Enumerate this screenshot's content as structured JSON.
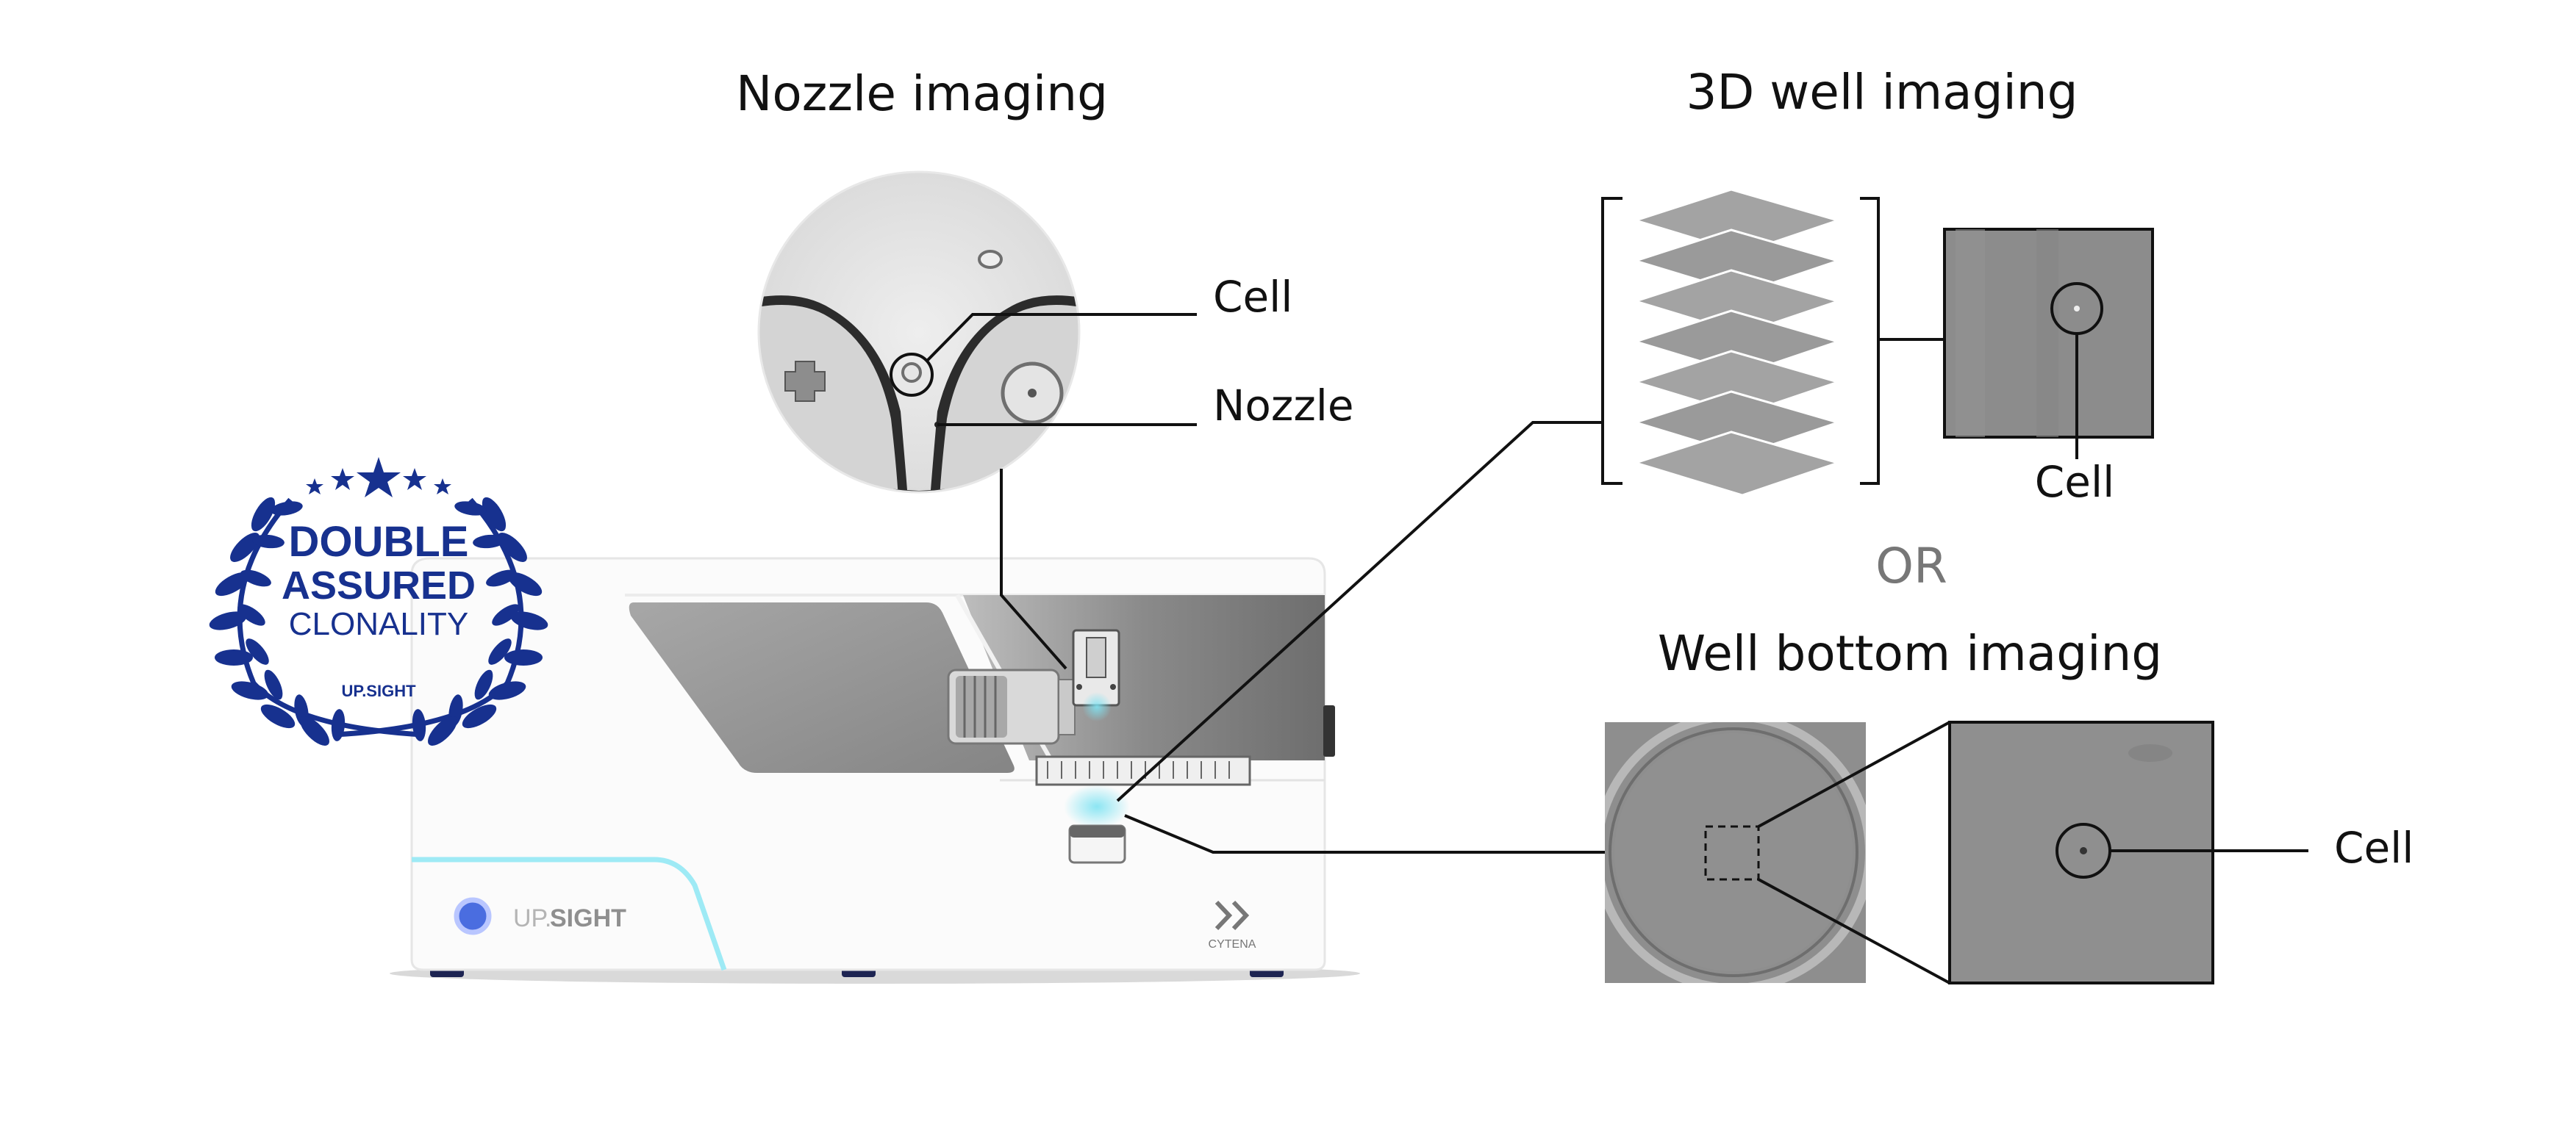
{
  "titles": {
    "nozzle": "Nozzle imaging",
    "well3d": "3D well imaging",
    "well_bottom": "Well bottom imaging",
    "or": "OR"
  },
  "callouts": {
    "nozzle_cell": "Cell",
    "nozzle": "Nozzle",
    "well3d_cell": "Cell",
    "bottom_cell": "Cell"
  },
  "badge": {
    "line1": "DOUBLE",
    "line2": "ASSURED",
    "line3": "CLONALITY",
    "brand": "UP.SIGHT"
  },
  "device": {
    "brand_light": "UP.",
    "brand_bold": "SIGHT",
    "maker": "CYTENA"
  },
  "colors": {
    "badge_blue": "#17318f",
    "text": "#111111",
    "or_gray": "#777777",
    "cyan_glow": "#7fe3f2",
    "image_gray": "#8d8d8d"
  }
}
